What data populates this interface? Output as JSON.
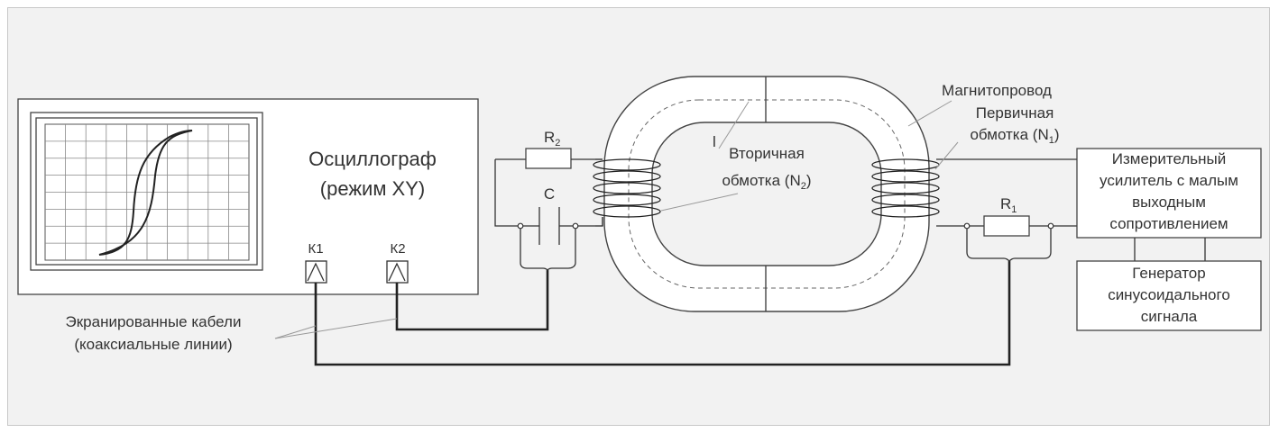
{
  "oscilloscope": {
    "title_line1": "Осциллограф",
    "title_line2": "(режим XY)",
    "channel1": "К1",
    "channel2": "К2"
  },
  "components": {
    "resistor2_label": "R",
    "resistor2_sub": "2",
    "capacitor_label": "C",
    "resistor1_label": "R",
    "resistor1_sub": "1",
    "path_label": "l"
  },
  "core": {
    "magnetic_core": "Магнитопровод",
    "primary_line1": "Первичная",
    "primary_line2_prefix": "обмотка (N",
    "primary_sub": "1",
    "primary_line2_suffix": ")",
    "secondary_line1": "Вторичная",
    "secondary_line2_prefix": "обмотка (N",
    "secondary_sub": "2",
    "secondary_line2_suffix": ")"
  },
  "amplifier": {
    "line1": "Измерительный",
    "line2": "усилитель с малым",
    "line3": "выходным",
    "line4": "сопротивлением"
  },
  "generator": {
    "line1": "Генератор",
    "line2": "синусоидального",
    "line3": "сигнала"
  },
  "cables": {
    "line1": "Экранированные кабели",
    "line2": "(коаксиальные линии)"
  },
  "colors": {
    "background": "#f2f2f2",
    "stroke": "#333333",
    "leader": "#999999"
  }
}
